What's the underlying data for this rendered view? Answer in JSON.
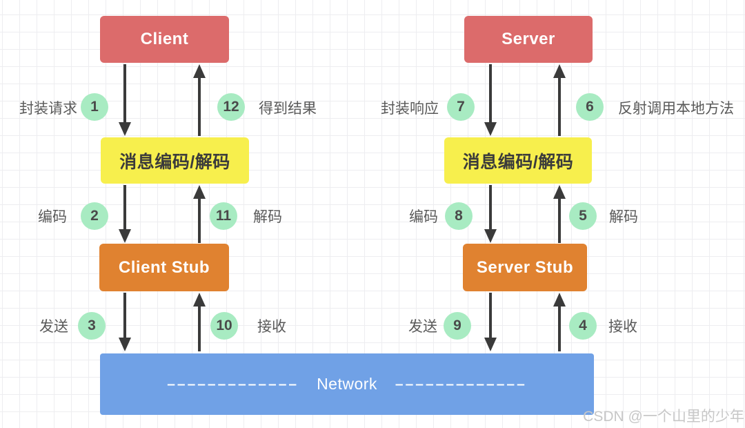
{
  "title": "RPC call flow diagram",
  "colors": {
    "endpoint_red": "#dc6b6b",
    "codec_yellow": "#f7ef4d",
    "stub_orange": "#e08230",
    "network_blue": "#70a1e6",
    "step_circle_green": "#a8ebc2",
    "arrow_ink": "#3a3a3a",
    "label_gray": "#595959"
  },
  "nodes": {
    "client": "Client",
    "server": "Server",
    "codec_left": "消息编码/解码",
    "codec_right": "消息编码/解码",
    "client_stub": "Client Stub",
    "server_stub": "Server Stub",
    "network": "Network",
    "network_dashes": "–––––––––––––"
  },
  "steps": [
    {
      "num": "1",
      "label": "封装请求"
    },
    {
      "num": "2",
      "label": "编码"
    },
    {
      "num": "3",
      "label": "发送"
    },
    {
      "num": "4",
      "label": "接收"
    },
    {
      "num": "5",
      "label": "解码"
    },
    {
      "num": "6",
      "label": "反射调用本地方法"
    },
    {
      "num": "7",
      "label": "封装响应"
    },
    {
      "num": "8",
      "label": "编码"
    },
    {
      "num": "9",
      "label": "发送"
    },
    {
      "num": "10",
      "label": "接收"
    },
    {
      "num": "11",
      "label": "解码"
    },
    {
      "num": "12",
      "label": "得到结果"
    }
  ],
  "watermark": "CSDN @一个山里的少年"
}
